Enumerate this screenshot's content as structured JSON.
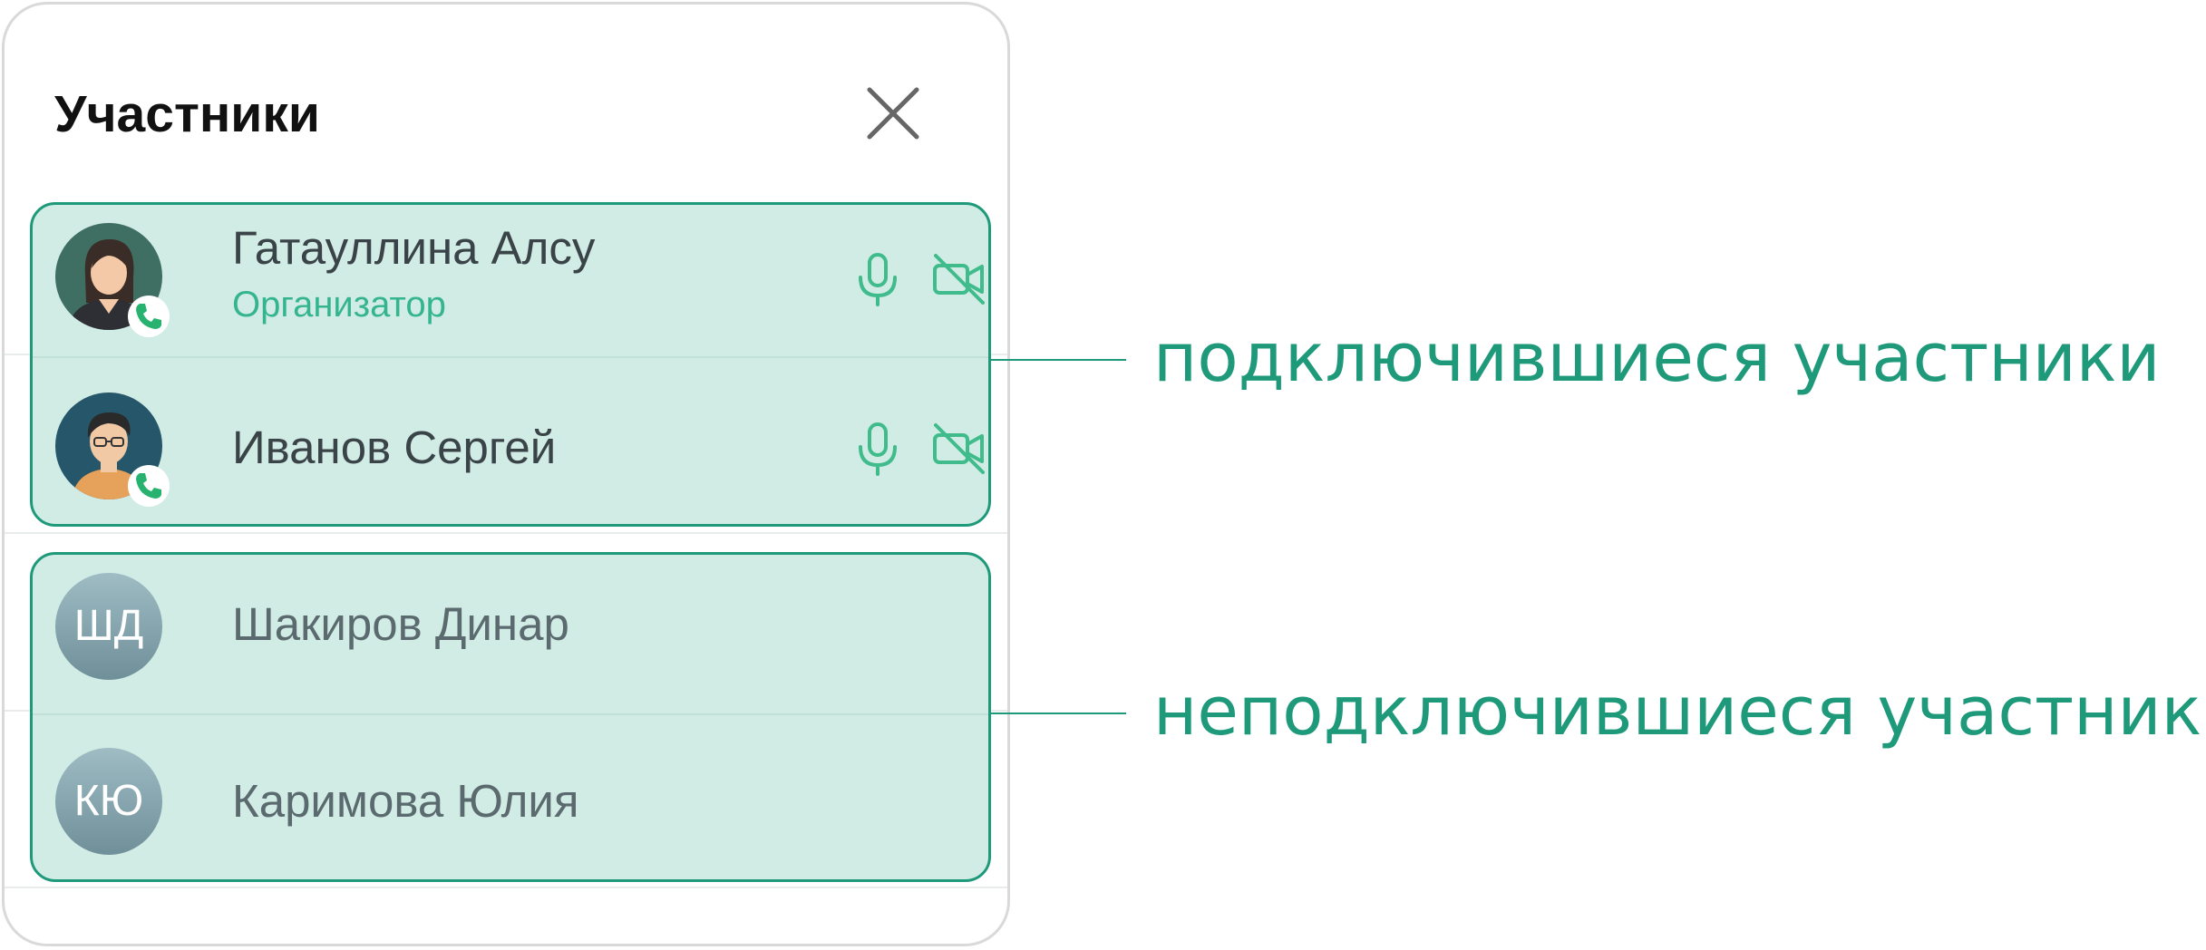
{
  "panel": {
    "title": "Участники"
  },
  "participants": [
    {
      "name": "Гатауллина Алсу",
      "role": "Организатор",
      "avatar": "woman-avatar",
      "connected": true,
      "mic": "microphone-icon",
      "camera": "camera-off-icon"
    },
    {
      "name": "Иванов Сергей",
      "avatar": "man-avatar",
      "connected": true,
      "mic": "microphone-icon",
      "camera": "camera-off-icon"
    },
    {
      "name": "Шакиров Динар",
      "initials": "ШД",
      "connected": false
    },
    {
      "name": "Каримова Юлия",
      "initials": "КЮ",
      "connected": false
    }
  ],
  "callouts": {
    "connected": "подключившиеся участники",
    "not_connected": "неподключившиеся участники"
  },
  "colors": {
    "accent": "#1e9a7a",
    "group_fill": "#d0ece5",
    "role_text": "#34b58d"
  }
}
